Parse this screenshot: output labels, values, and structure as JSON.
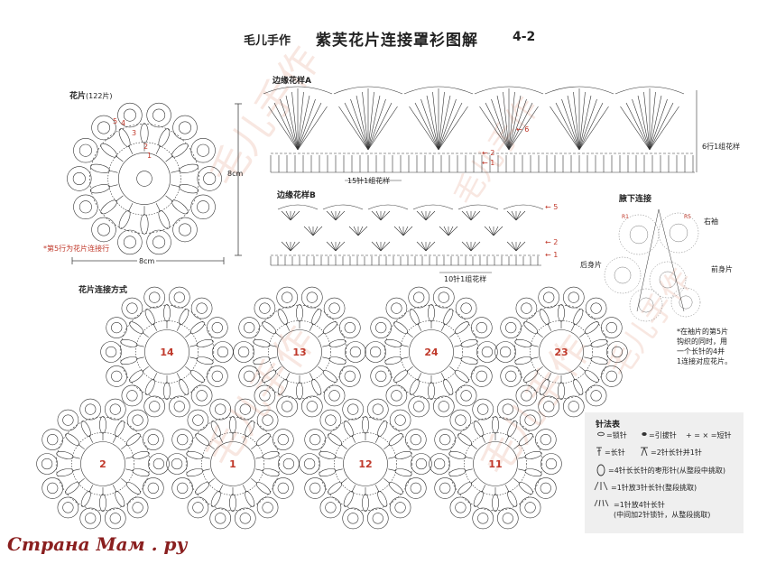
{
  "header": {
    "brand": "毛儿手作",
    "title": "紫芙花片连接罩衫图解",
    "page": "4-2"
  },
  "motif": {
    "label": "花片",
    "count": "(122片)",
    "height_label": "8cm",
    "width_label": "8cm",
    "note": "*第5行为花片连接行",
    "rounds": [
      "5",
      "4",
      "3",
      "2",
      "1"
    ]
  },
  "edging_a": {
    "label": "边缘花样A",
    "repeat": "15针1组花样",
    "rows_note": "6行1组花样",
    "arrows": [
      "6",
      "2",
      "1"
    ]
  },
  "edging_b": {
    "label": "边缘花样B",
    "repeat": "10针1组花样",
    "arrows": [
      "5",
      "2",
      "1"
    ]
  },
  "underarm": {
    "label": "腋下连接",
    "right_sleeve": "右袖",
    "back": "后身片",
    "front": "前身片",
    "marks": [
      "R1",
      "R5"
    ],
    "note": "*在袖片的第5片\n钩织的同时，用\n一个长针的4并\n1连接对应花片。"
  },
  "joining": {
    "label": "花片连接方式",
    "top_row": [
      "14",
      "13",
      "24",
      "23"
    ],
    "bottom_row": [
      "2",
      "1",
      "12",
      "11"
    ]
  },
  "legend": {
    "title": "针法表",
    "items": [
      "=锁针",
      "=引拔针",
      "+ = × =短针",
      "=长针",
      "=2针长针并1针",
      "=4针长长针的枣形针(从整段中挑取)",
      "=1针放3针长针(整段挑取)",
      "=1针放4针长针",
      "(中间加2针锁针，从整段挑取)"
    ]
  },
  "watermark": "Страна Мам . ру",
  "colors": {
    "ink": "#333333",
    "accent": "#c0392b",
    "watermark": "#8a1f1f",
    "stamp": "#e9b7a8"
  }
}
